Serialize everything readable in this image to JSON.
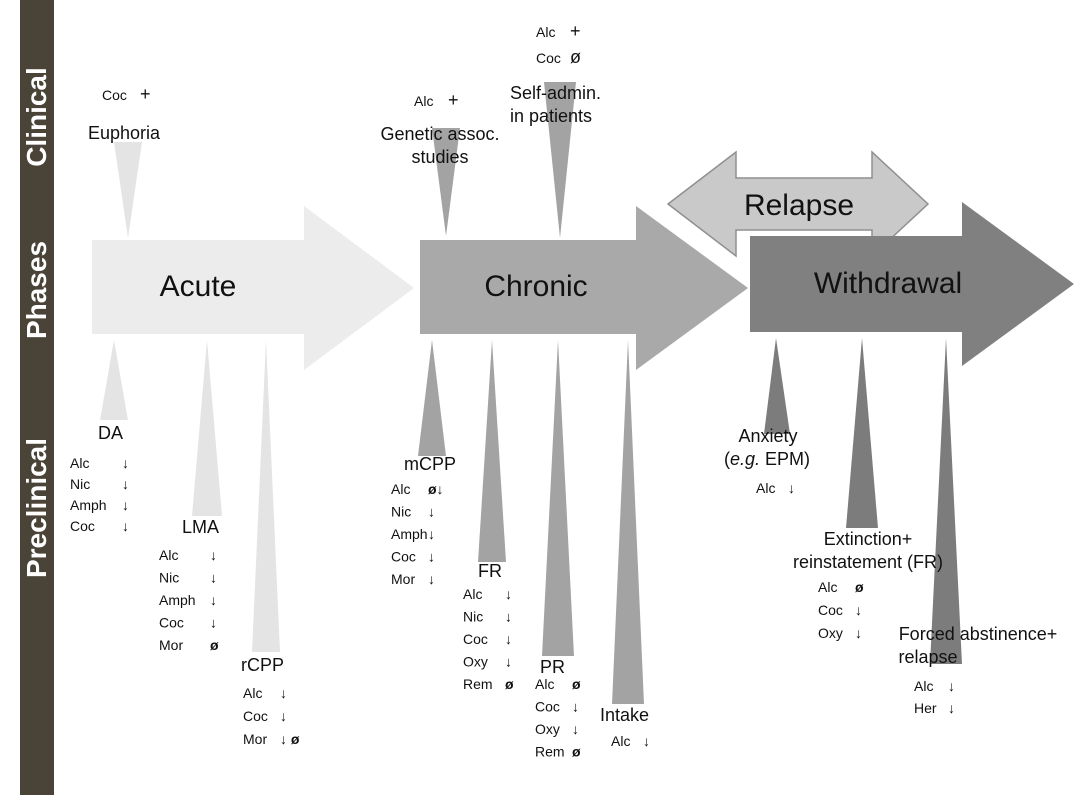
{
  "side_labels": {
    "clinical": "Clinical",
    "phases": "Phases",
    "preclinical": "Preclinical"
  },
  "phases": {
    "acute": "Acute",
    "chronic": "Chronic",
    "withdrawal": "Withdrawal",
    "relapse": "Relapse"
  },
  "clinical": {
    "euphoria": {
      "title": "Euphoria",
      "row": [
        "Coc",
        "+"
      ]
    },
    "genetic": {
      "title_l1": "Genetic assoc.",
      "title_l2": "studies",
      "row": [
        "Alc",
        "+"
      ]
    },
    "selfadmin": {
      "title_l1": "Self-admin.",
      "title_l2": "in patients",
      "rows": [
        [
          "Alc",
          "+"
        ],
        [
          "Coc",
          "ø"
        ]
      ]
    }
  },
  "preclinical": {
    "da": {
      "title": "DA",
      "rows": [
        [
          "Alc",
          "↓"
        ],
        [
          "Nic",
          "↓"
        ],
        [
          "Amph",
          "↓"
        ],
        [
          "Coc",
          "↓"
        ]
      ]
    },
    "lma": {
      "title": "LMA",
      "rows": [
        [
          "Alc",
          "↓"
        ],
        [
          "Nic",
          "↓"
        ],
        [
          "Amph",
          "↓"
        ],
        [
          "Coc",
          "↓"
        ],
        [
          "Mor",
          "ø"
        ]
      ]
    },
    "rcpp": {
      "title": "rCPP",
      "rows": [
        [
          "Alc",
          "↓"
        ],
        [
          "Coc",
          "↓"
        ],
        [
          "Mor",
          "↓ ø"
        ]
      ]
    },
    "mcpp": {
      "title": "mCPP",
      "rows": [
        [
          "Alc",
          "ø↓"
        ],
        [
          "Nic",
          "↓"
        ],
        [
          "Amph",
          "↓"
        ],
        [
          "Coc",
          "↓"
        ],
        [
          "Mor",
          "↓"
        ]
      ]
    },
    "fr": {
      "title": "FR",
      "rows": [
        [
          "Alc",
          "↓"
        ],
        [
          "Nic",
          "↓"
        ],
        [
          "Coc",
          "↓"
        ],
        [
          "Oxy",
          "↓"
        ],
        [
          "Rem",
          "ø"
        ]
      ]
    },
    "pr": {
      "title": "PR",
      "rows": [
        [
          "Alc",
          "ø"
        ],
        [
          "Coc",
          "↓"
        ],
        [
          "Oxy",
          "↓"
        ],
        [
          "Rem",
          "ø"
        ]
      ]
    },
    "intake": {
      "title": "Intake",
      "rows": [
        [
          "Alc",
          "↓"
        ]
      ]
    },
    "anxiety": {
      "title_l1": "Anxiety",
      "title_l2_italic": "e.g.",
      "title_l2_rest": " EPM)",
      "title_l2_open": "(",
      "rows": [
        [
          "Alc",
          "↓"
        ]
      ]
    },
    "extinction": {
      "title_l1": "Extinction+",
      "title_l2": "reinstatement (FR)",
      "rows": [
        [
          "Alc",
          "ø"
        ],
        [
          "Coc",
          "↓"
        ],
        [
          "Oxy",
          "↓"
        ]
      ]
    },
    "forced": {
      "title_l1": "Forced abstinence+",
      "title_l2": "relapse",
      "rows": [
        [
          "Alc",
          "↓"
        ],
        [
          "Her",
          "↓"
        ]
      ]
    }
  },
  "colors": {
    "sidebar": "#4a4337",
    "acute": "#ececec",
    "chronic": "#a9a9a9",
    "withdrawal": "#808080",
    "relapse": "#c9c9c9"
  }
}
